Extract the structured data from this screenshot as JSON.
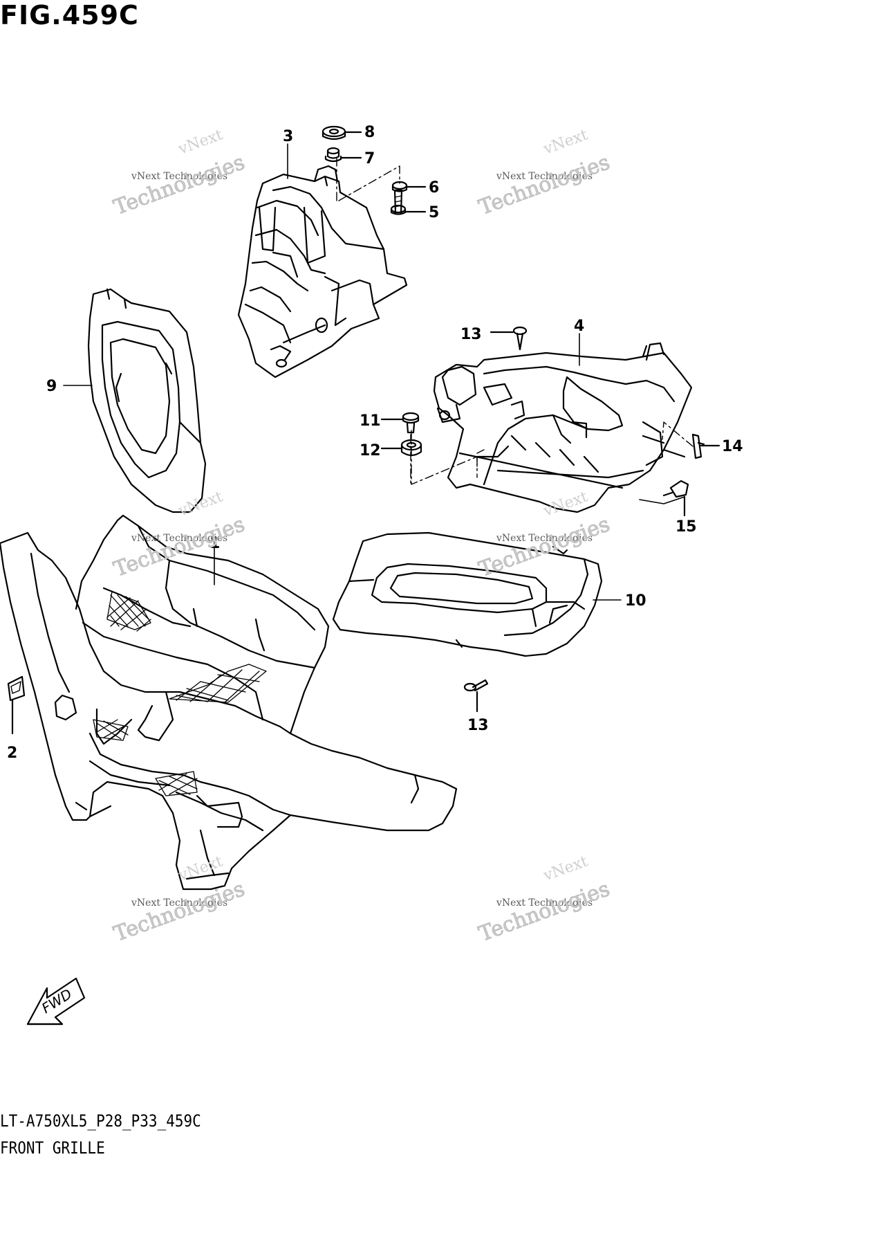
{
  "figure": {
    "title": "FIG.459C",
    "model_code": "LT-A750XL5_P28_P33_459C",
    "section_name": "FRONT GRILLE",
    "direction_label": "FWD"
  },
  "part_callouts": [
    "1",
    "2",
    "3",
    "4",
    "5",
    "6",
    "7",
    "8",
    "9",
    "10",
    "11",
    "12",
    "13",
    "13",
    "14",
    "15"
  ],
  "callouts": {
    "c1": "1",
    "c2": "2",
    "c3": "3",
    "c4": "4",
    "c5": "5",
    "c6": "6",
    "c7": "7",
    "c8": "8",
    "c9": "9",
    "c10": "10",
    "c11": "11",
    "c12": "12",
    "c13a": "13",
    "c13b": "13",
    "c14": "14",
    "c15": "15"
  },
  "watermark": {
    "line_small": "vNext Technologies",
    "line_big": "Technologies",
    "line_top": "vNext"
  },
  "colors": {
    "ink": "#000000",
    "background": "#ffffff",
    "watermark": "#c9c9c9"
  }
}
